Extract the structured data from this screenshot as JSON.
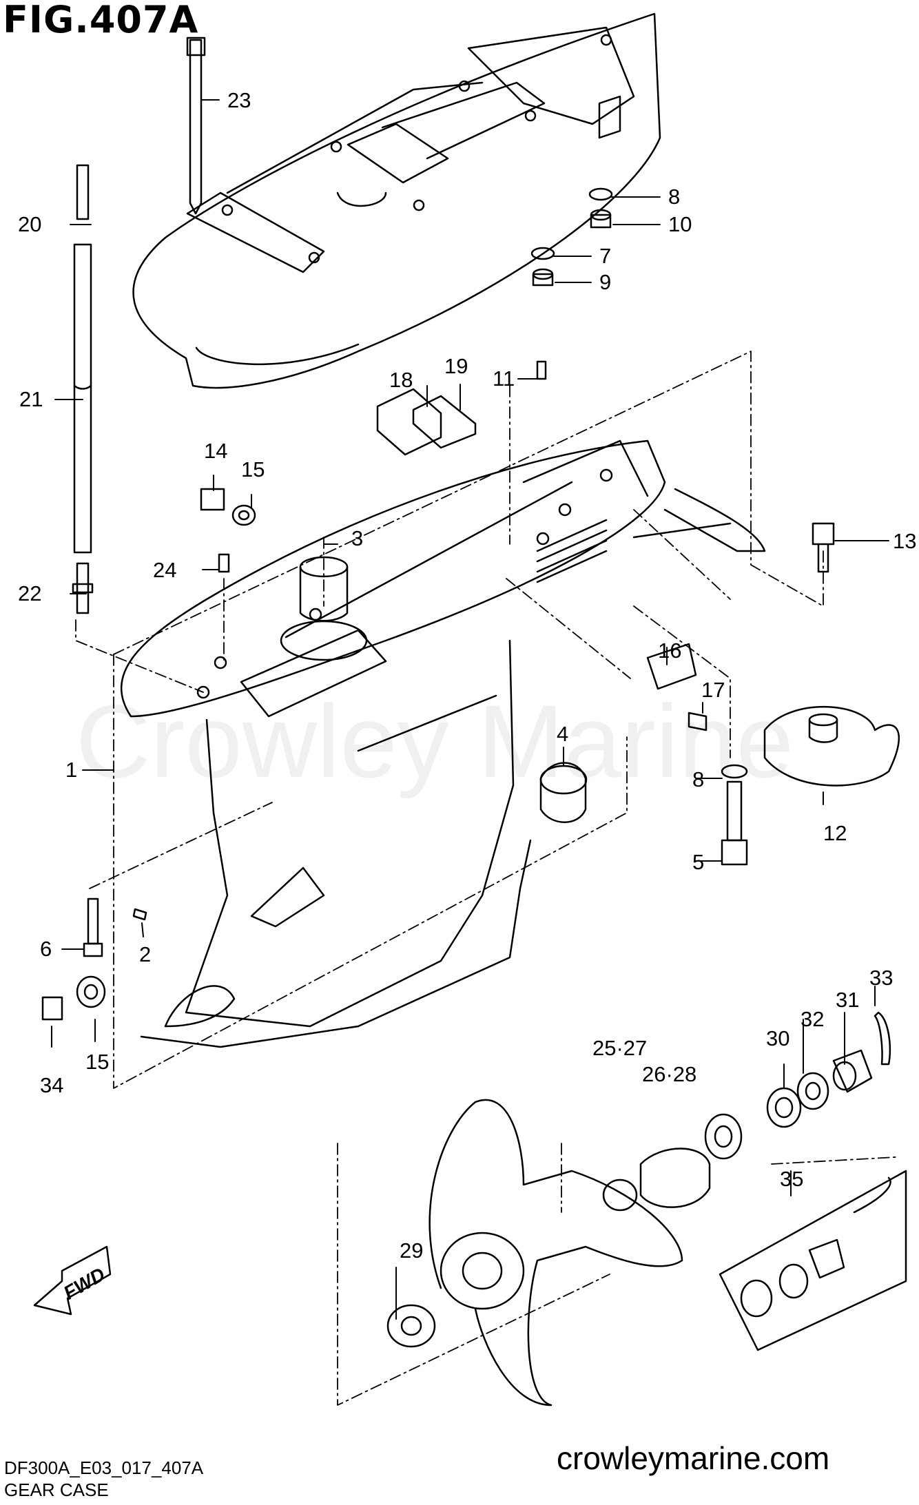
{
  "figure": {
    "title": "FIG.407A"
  },
  "watermark": "Crowley Marine",
  "footer": {
    "code": "DF300A_E03_017_407A",
    "name": "GEAR CASE",
    "site": "crowleymarine.com"
  },
  "direction_badge": "FWD",
  "callouts": {
    "c1": "1",
    "c2": "2",
    "c3": "3",
    "c4": "4",
    "c5": "5",
    "c6": "6",
    "c7": "7",
    "c8a": "8",
    "c8b": "8",
    "c9": "9",
    "c10": "10",
    "c11": "11",
    "c12": "12",
    "c13": "13",
    "c14": "14",
    "c15a": "15",
    "c15b": "15",
    "c16": "16",
    "c17": "17",
    "c18": "18",
    "c19": "19",
    "c20": "20",
    "c21": "21",
    "c22": "22",
    "c23": "23",
    "c24": "24",
    "c25_27": "25·27",
    "c26_28": "26·28",
    "c29": "29",
    "c30": "30",
    "c31": "31",
    "c32": "32",
    "c33": "33",
    "c34": "34",
    "c35": "35"
  }
}
